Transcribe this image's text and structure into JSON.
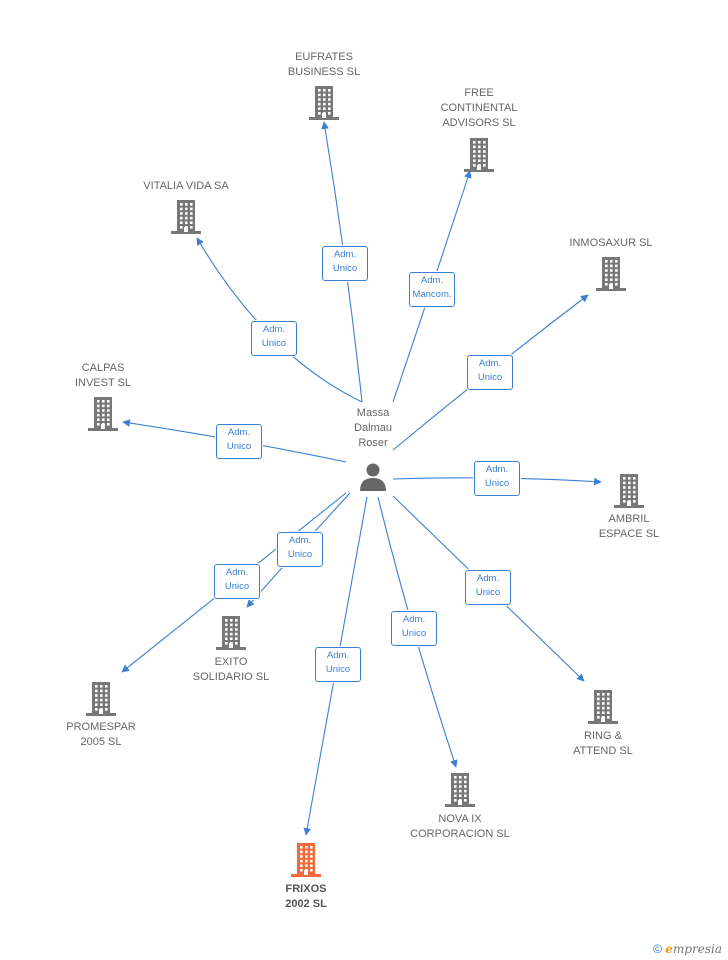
{
  "center": {
    "name": "Massa\nDalmau\nRoser"
  },
  "nodes": [
    {
      "id": "eufrates",
      "label": "EUFRATES\nBUSINESS SL",
      "role": "Adm.\nUnico",
      "highlight": false
    },
    {
      "id": "free",
      "label": "FREE\nCONTINENTAL\nADVISORS SL",
      "role": "Adm.\nMancom.",
      "highlight": false
    },
    {
      "id": "vitalia",
      "label": "VITALIA VIDA SA",
      "role": "Adm.\nUnico",
      "highlight": false
    },
    {
      "id": "inmosaxur",
      "label": "INMOSAXUR SL",
      "role": "Adm.\nUnico",
      "highlight": false
    },
    {
      "id": "calpas",
      "label": "CALPAS\nINVEST SL",
      "role": "Adm.\nUnico",
      "highlight": false
    },
    {
      "id": "ambril",
      "label": "AMBRIL\nESPACE SL",
      "role": "Adm.\nUnico",
      "highlight": false
    },
    {
      "id": "exito",
      "label": "EXITO\nSOLIDARIO SL",
      "role": "Adm.\nUnico",
      "highlight": false
    },
    {
      "id": "promespar",
      "label": "PROMESPAR\n2005 SL",
      "role": "Adm.\nUnico",
      "highlight": false
    },
    {
      "id": "ring",
      "label": "RING &\nATTEND SL",
      "role": "Adm.\nUnico",
      "highlight": false
    },
    {
      "id": "nova",
      "label": "NOVA IX\nCORPORACION SL",
      "role": "Adm.\nUnico",
      "highlight": false
    },
    {
      "id": "frixos",
      "label": "FRIXOS\n2002 SL",
      "role": "Adm.\nUnico",
      "highlight": true
    }
  ],
  "colors": {
    "edge": "#3b7fd4",
    "building": "#777777",
    "highlight": "#f26a3a",
    "person": "#666666"
  },
  "footer": {
    "copyright": "©",
    "brand_e": "e",
    "brand_rest": "mpresia"
  }
}
